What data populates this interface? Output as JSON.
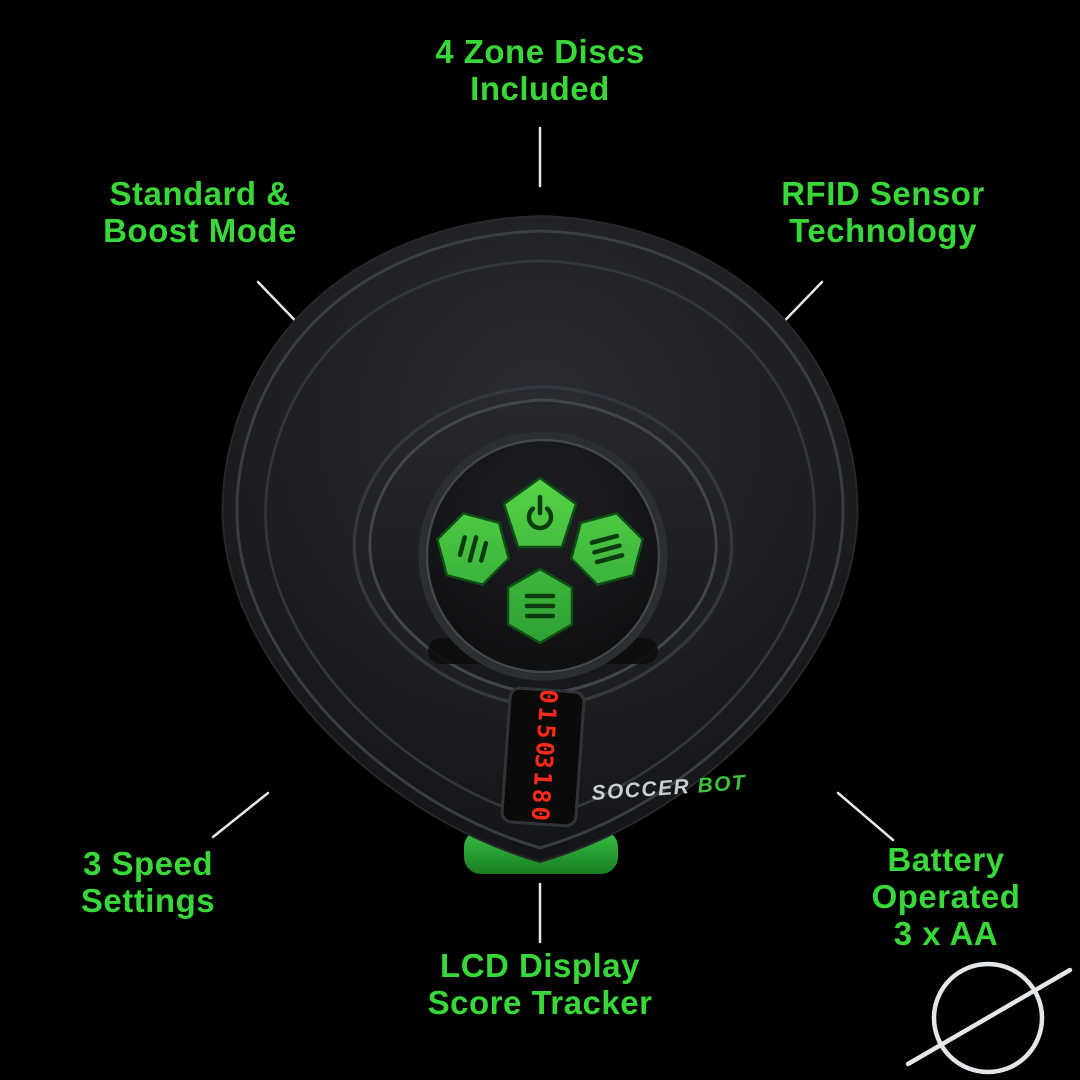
{
  "colors": {
    "background": "#000000",
    "accent_green": "#38d838",
    "leader_line": "#e8e8e8",
    "display_red": "#ff2a1a",
    "button_green": "#3fc23f"
  },
  "callouts": {
    "top": [
      "4 Zone Discs",
      "Included"
    ],
    "top_left": [
      "Standard &",
      "Boost Mode"
    ],
    "top_right": [
      "RFID Sensor",
      "Technology"
    ],
    "bottom_left": [
      "3 Speed",
      "Settings"
    ],
    "bottom_right": [
      "Battery",
      "Operated",
      "3 x AA"
    ],
    "bottom": [
      "LCD Display",
      "Score Tracker"
    ]
  },
  "device": {
    "brand_primary": "SOCCER",
    "brand_secondary": "BOT",
    "display": {
      "value_top": "0150",
      "value_bottom": "3180"
    },
    "buttons": [
      "power",
      "speed",
      "menu",
      "mode"
    ]
  }
}
